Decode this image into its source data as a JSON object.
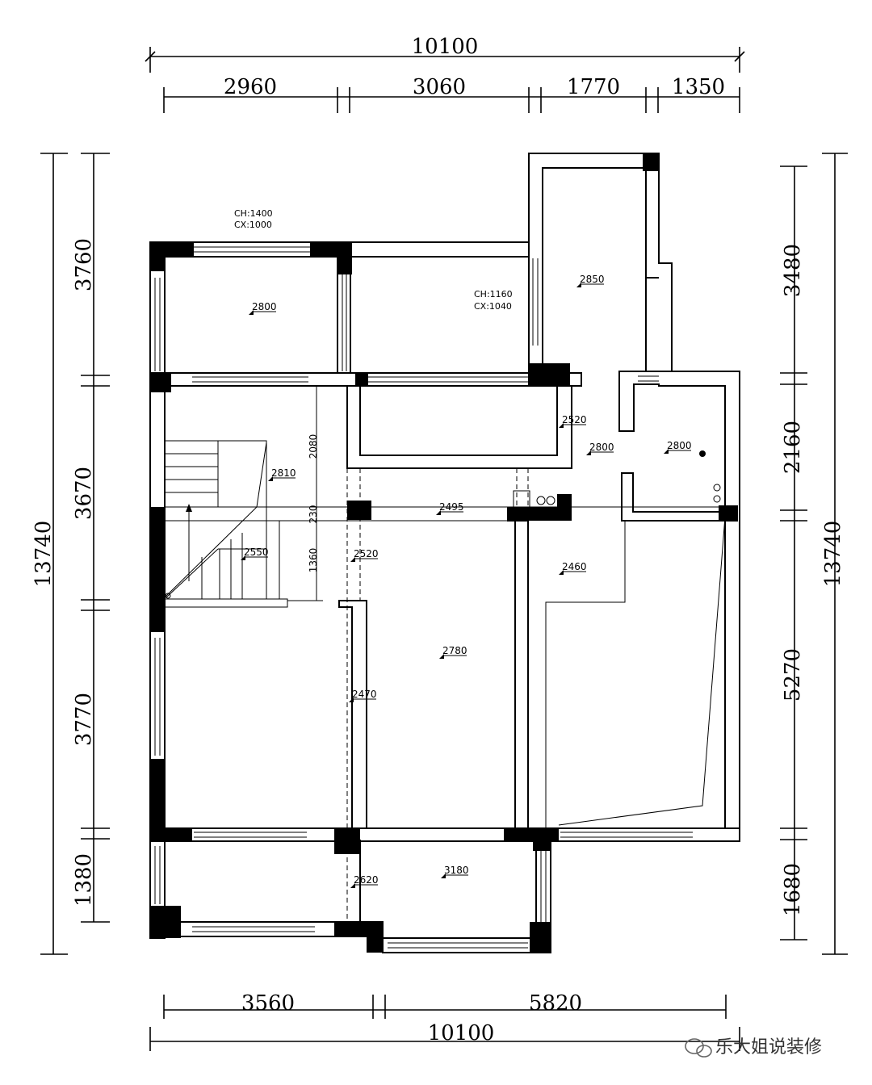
{
  "dimensions": {
    "top_total": "10100",
    "top_segments": [
      "2960",
      "3060",
      "1770",
      "1350"
    ],
    "bottom_segments": [
      "3560",
      "5820"
    ],
    "bottom_total": "10100",
    "left_total": "13740",
    "left_segments": [
      "3760",
      "3670",
      "3770",
      "1380"
    ],
    "right_total": "13740",
    "right_segments": [
      "3480",
      "2160",
      "5270",
      "1680"
    ],
    "stair_vertical": [
      "2080",
      "230",
      "1360"
    ]
  },
  "window_tags": {
    "w1": [
      "CH:1400",
      "CX:1000"
    ],
    "w2": [
      "CH:1160",
      "CX:1040"
    ]
  },
  "levels": [
    "2800",
    "2850",
    "2520",
    "2800",
    "2800",
    "2810",
    "2495",
    "2550",
    "2520",
    "2460",
    "2780",
    "2470",
    "2620",
    "3180"
  ],
  "watermark": "乐大姐说装修"
}
